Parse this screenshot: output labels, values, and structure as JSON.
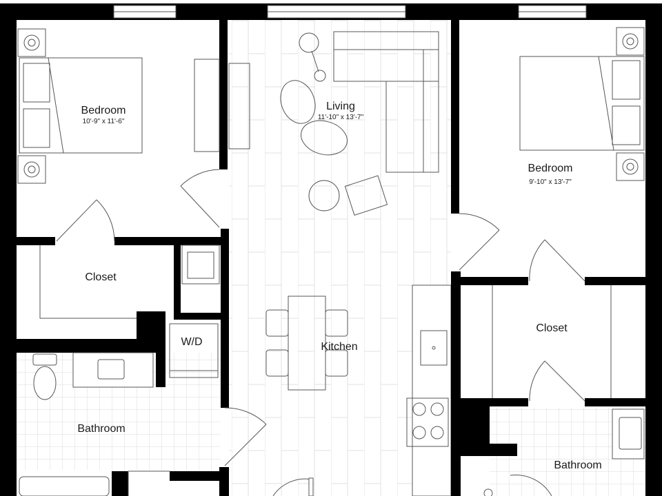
{
  "rooms": {
    "bedroom_left": {
      "name": "Bedroom",
      "dims": "10'-9\" x 11'-6\""
    },
    "living": {
      "name": "Living",
      "dims": "11'-10\" x 13'-7\""
    },
    "bedroom_right": {
      "name": "Bedroom",
      "dims": "9'-10\" x 13'-7\""
    },
    "closet_left": {
      "name": "Closet"
    },
    "closet_right": {
      "name": "Closet"
    },
    "laundry": {
      "name": "W/D"
    },
    "kitchen": {
      "name": "Kitchen"
    },
    "bathroom_left": {
      "name": "Bathroom"
    },
    "bathroom_right": {
      "name": "Bathroom"
    }
  },
  "colors": {
    "wall": "#000000",
    "line": "#555555",
    "fixture": "#333333",
    "floor_pattern": "#d9d9d9"
  }
}
